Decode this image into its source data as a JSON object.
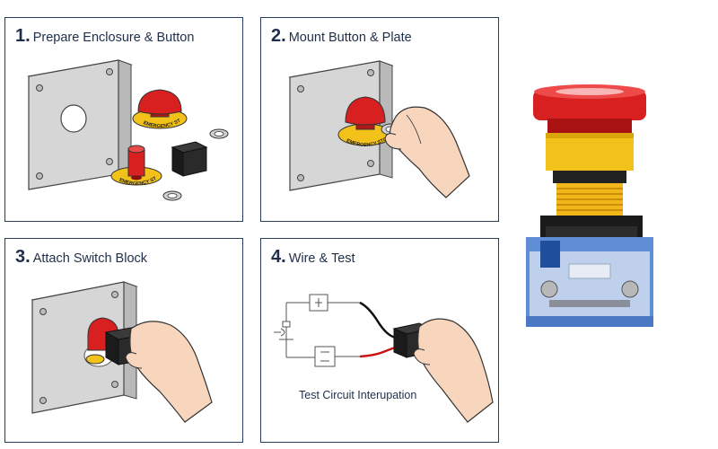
{
  "steps": [
    {
      "number": "1.",
      "title": "Prepare Enclosure & Button"
    },
    {
      "number": "2.",
      "title": "Mount Button & Plate"
    },
    {
      "number": "3.",
      "title": "Attach Switch Block"
    },
    {
      "number": "4.",
      "title": "Wire & Test"
    }
  ],
  "ring_label": "EMERGENCY STOP",
  "test_caption": "Test Circuit Interupation",
  "colors": {
    "border": "#2a3f5f",
    "text": "#1f2f4a",
    "button_red": "#d92020",
    "ring_yellow": "#f2c21a",
    "plate_gray": "#d6d6d6",
    "block_blue": "#5f8ed6"
  }
}
